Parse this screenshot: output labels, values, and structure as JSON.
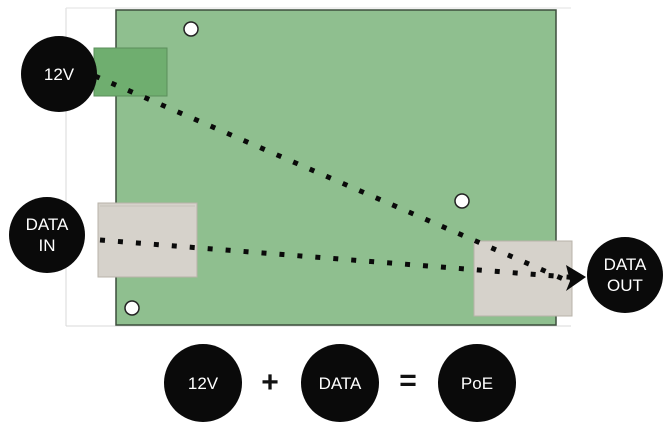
{
  "labels": {
    "power_in": "12V",
    "data_in_line1": "DATA",
    "data_in_line2": "IN",
    "data_out_line1": "DATA",
    "data_out_line2": "OUT"
  },
  "equation": {
    "term1": "12V",
    "plus": "+",
    "term2": "DATA",
    "equals": "=",
    "result": "PoE"
  },
  "colors": {
    "board": "#8fbf8f",
    "board_edge": "#3d4f3d",
    "power_connector": "#6fae6f",
    "ethernet_port": "#d6d2cb",
    "badge": "#0a0a0a",
    "dots": "#0a0a0a"
  }
}
